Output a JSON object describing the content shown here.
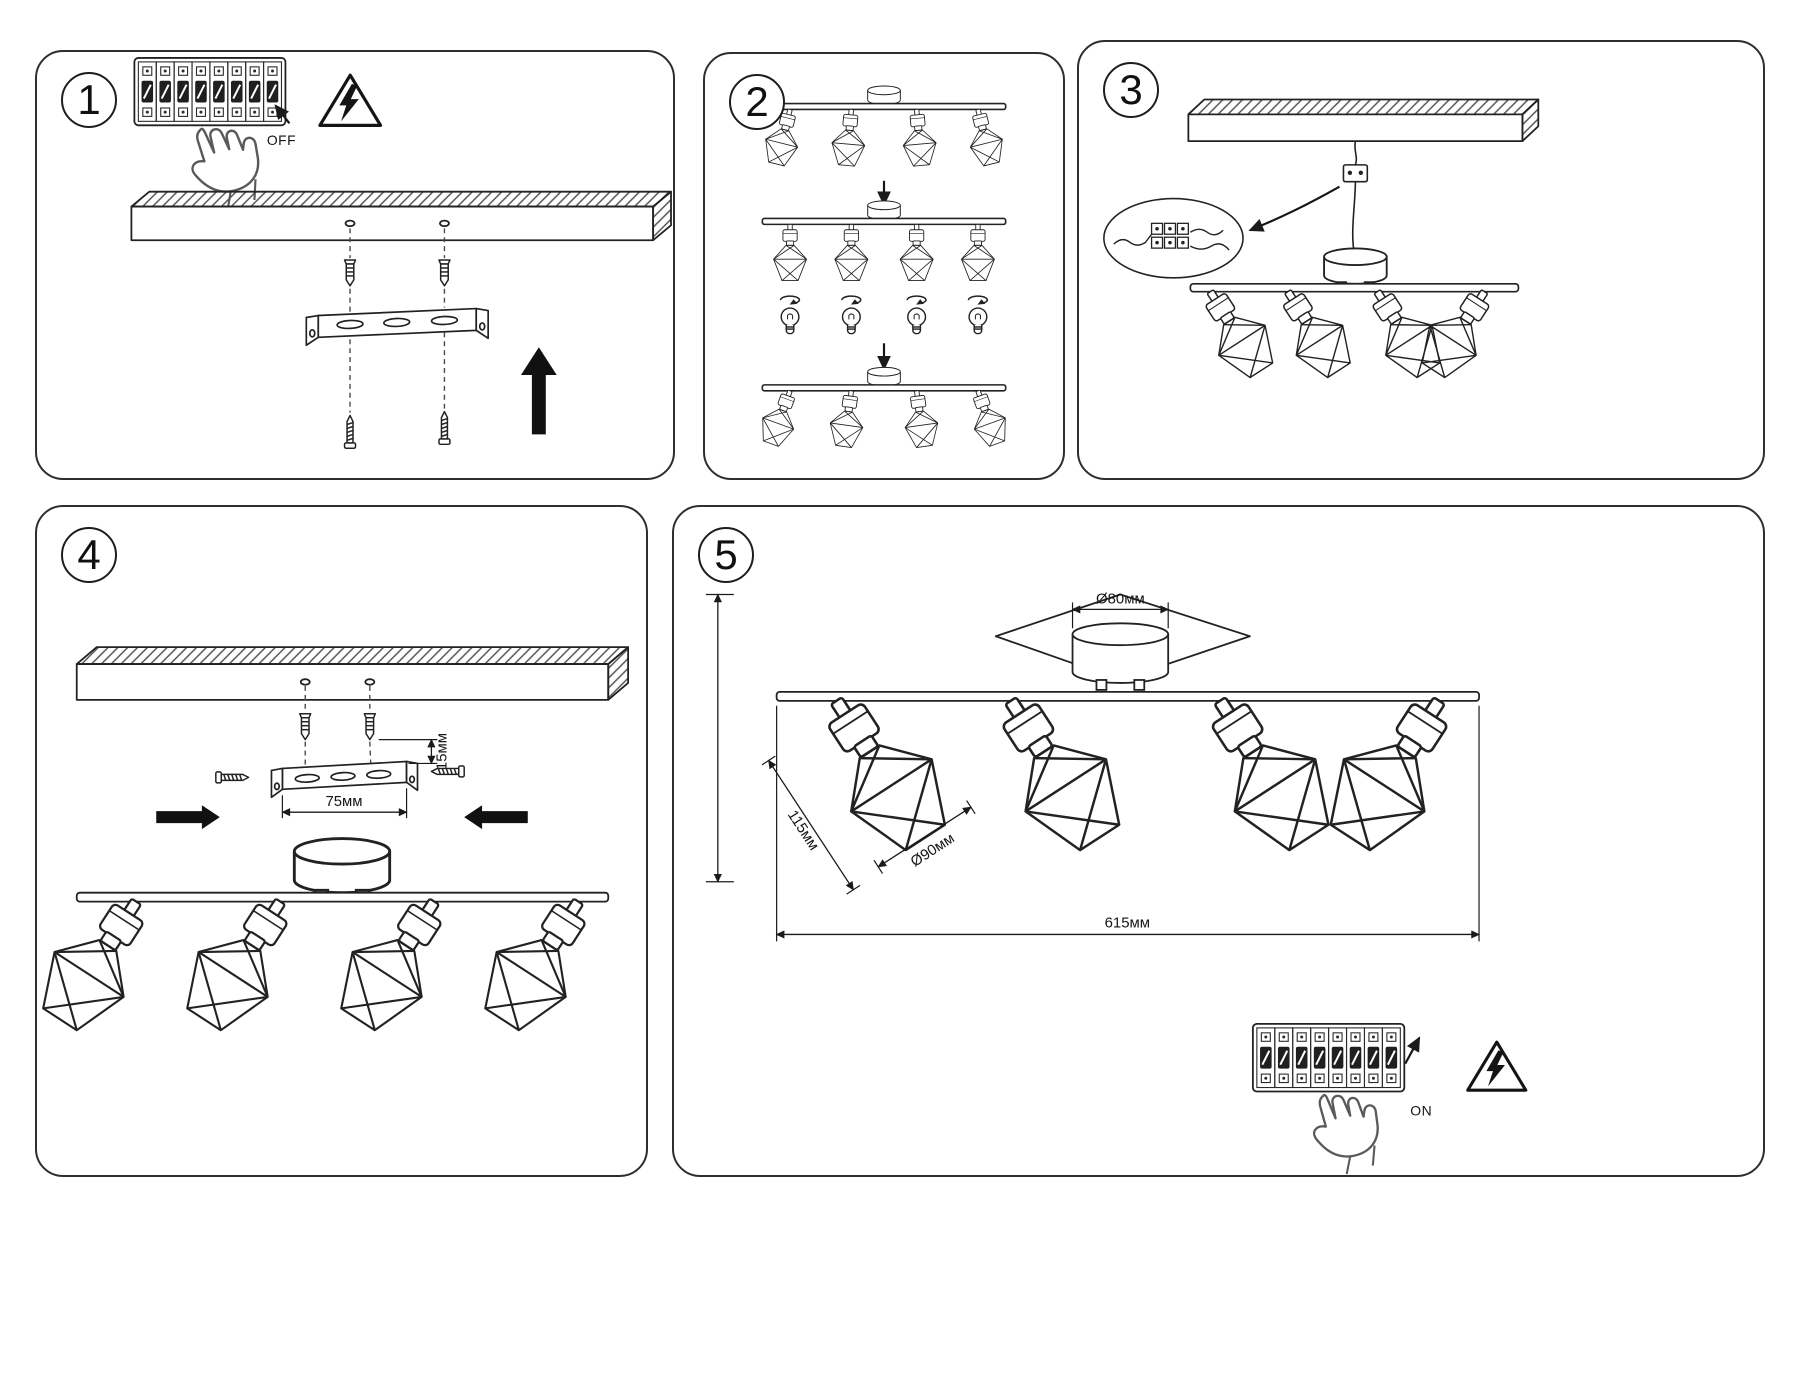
{
  "colors": {
    "line": "#222222",
    "fill": "#ffffff",
    "accent": "#141414"
  },
  "icons": {
    "warning": "lightning-warning-triangle",
    "hand": "pointing-hand",
    "flow": "down-arrow",
    "rotate": "rotation-arrow",
    "insert": "up-arrow"
  },
  "panels": {
    "p1": {
      "number": "1",
      "breaker_label": "OFF"
    },
    "p2": {
      "number": "2"
    },
    "p3": {
      "number": "3"
    },
    "p4": {
      "number": "4",
      "dims": {
        "bracket_span": "75мм",
        "offset": "15мм"
      }
    },
    "p5": {
      "number": "5",
      "dims": {
        "canopy_diameter": "Ø80мм",
        "shade_length": "115мм",
        "shade_diameter": "Ø90мм",
        "total_length": "615мм"
      },
      "breaker_label": "ON"
    }
  }
}
